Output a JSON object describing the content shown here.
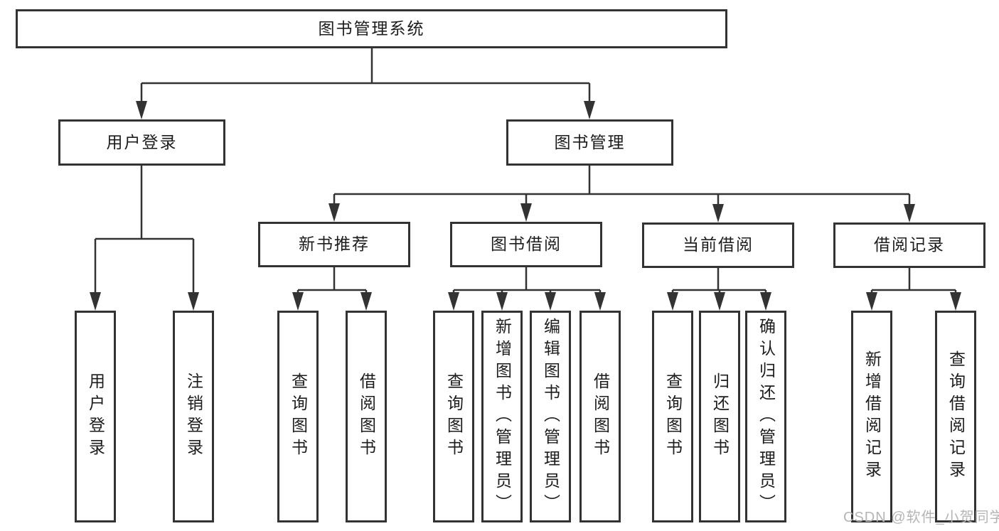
{
  "diagram": {
    "type": "hierarchy-tree",
    "tree": {
      "label": "图书管理系统",
      "children": [
        {
          "label": "用户登录",
          "children": [
            {
              "label": "用户登录"
            },
            {
              "label": "注销登录"
            }
          ]
        },
        {
          "label": "图书管理",
          "children": [
            {
              "label": "新书推荐",
              "children": [
                {
                  "label": "查询图书"
                },
                {
                  "label": "借阅图书"
                }
              ]
            },
            {
              "label": "图书借阅",
              "children": [
                {
                  "label": "查询图书"
                },
                {
                  "label": "新增图书（管理员）"
                },
                {
                  "label": "编辑图书（管理员）"
                },
                {
                  "label": "借阅图书"
                }
              ]
            },
            {
              "label": "当前借阅",
              "children": [
                {
                  "label": "查询图书"
                },
                {
                  "label": "归还图书"
                },
                {
                  "label": "确认归还（管理员）"
                }
              ]
            },
            {
              "label": "借阅记录",
              "children": [
                {
                  "label": "新增借阅记录"
                },
                {
                  "label": "查询借阅记录"
                }
              ]
            }
          ]
        }
      ]
    },
    "colors": {
      "line": "#333333",
      "text": "#1c1c1c",
      "watermark": "#b5b5b5",
      "background": "#ffffff"
    }
  },
  "watermark": {
    "text": "CSDN @软件_小贺同学"
  }
}
